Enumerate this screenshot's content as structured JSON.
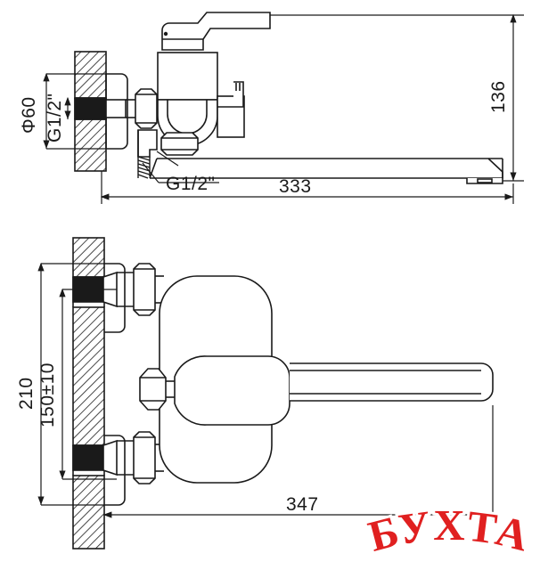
{
  "document": {
    "type": "technical-drawing",
    "subject": "wall-mounted bath mixer faucet with long spout",
    "background_color": "#ffffff",
    "line_color": "#1a1a1a",
    "views": [
      {
        "name": "side-elevation",
        "position": "top"
      },
      {
        "name": "front-elevation",
        "position": "bottom"
      }
    ]
  },
  "upper_view": {
    "name": "side-elevation",
    "dimensions": {
      "flange_diameter": "Φ60",
      "inlet_thread": "G1/2\"",
      "outlet_thread": "G1/2\"",
      "spout_reach": "333",
      "height": "136"
    }
  },
  "lower_view": {
    "name": "front-elevation",
    "dimensions": {
      "overall_height": "210",
      "inlet_center_distance": "150±10",
      "spout_length": "347"
    }
  },
  "labels": {
    "phi60": "Φ60",
    "g_half_top": "G1/2\"",
    "g_half_bottom": "G1/2\"",
    "d333": "333",
    "d136": "136",
    "d210": "210",
    "d150": "150±10",
    "d347": "347"
  },
  "watermark": {
    "text": "БУХТА",
    "fill_color": "#e02020",
    "outline_color": "#ffffff",
    "position": "bottom-right"
  }
}
